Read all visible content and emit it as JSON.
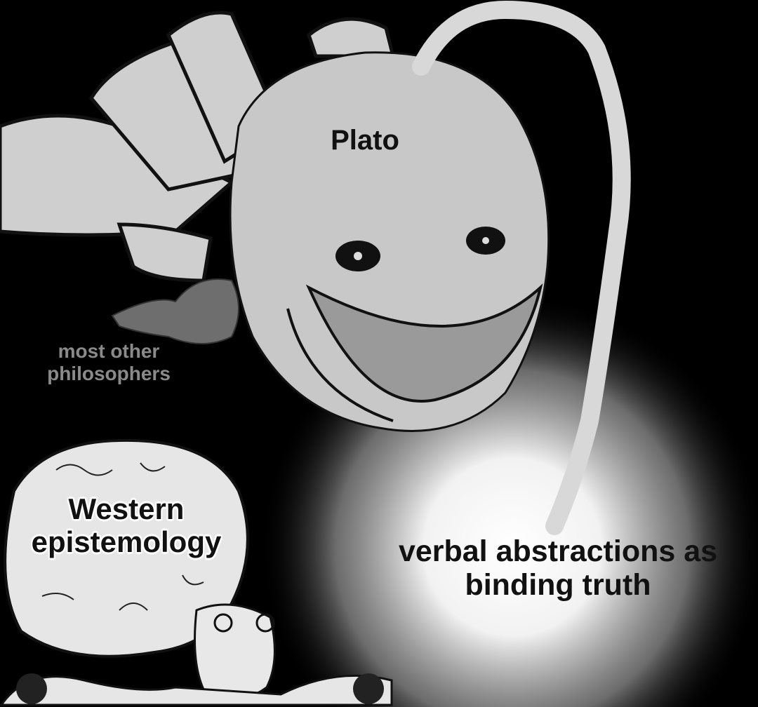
{
  "labels": {
    "anglerfish": "Plato",
    "small_fish": "most other philosophers",
    "brain": "Western epistemology",
    "lure": "verbal abstractions as binding truth"
  },
  "colors": {
    "background": "#000000",
    "fish_body": "#c8c8c8",
    "glow": "#ffffff",
    "small_label": "#8a8a8a"
  }
}
